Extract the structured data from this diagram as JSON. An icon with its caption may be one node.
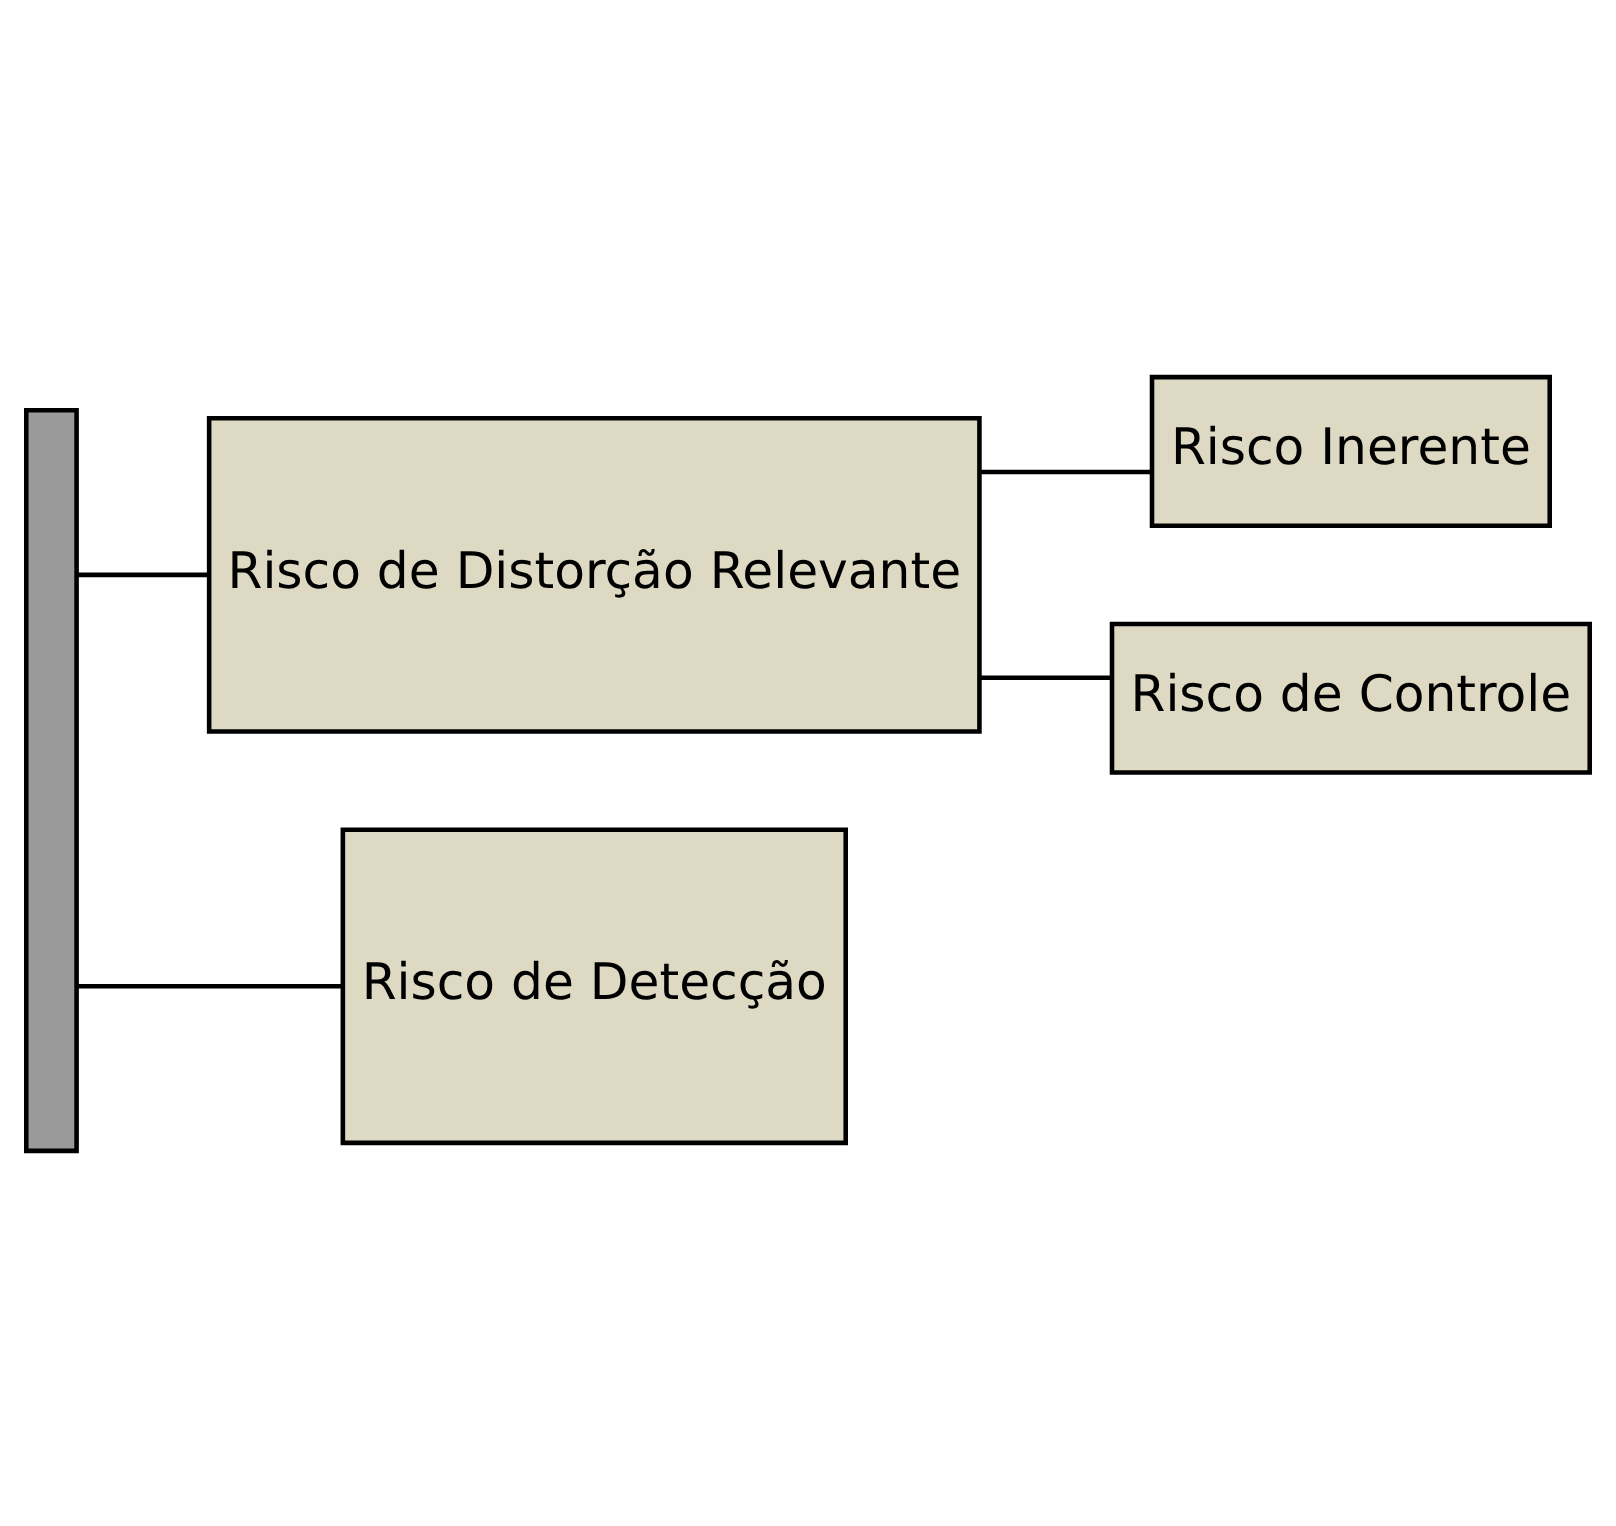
{
  "diagram": {
    "nodes": [
      {
        "text": [],
        "shape": "box"
      },
      {
        "text": [
          "Risco de Distorção Relevante"
        ]
      },
      {
        "text": [
          "Risco Inerente"
        ]
      },
      {
        "text": [
          "Risco de Controle"
        ]
      },
      {
        "text": [
          "Risco de Detecção"
        ]
      }
    ],
    "edges": [
      {
        "from": 0,
        "to": 1,
        "arrow": "none"
      },
      {
        "from": 0,
        "to": 4,
        "arrow": "none"
      },
      {
        "from": 1,
        "to": 2,
        "arrow": "none"
      },
      {
        "from": 1,
        "to": 3,
        "arrow": "none"
      }
    ]
  }
}
